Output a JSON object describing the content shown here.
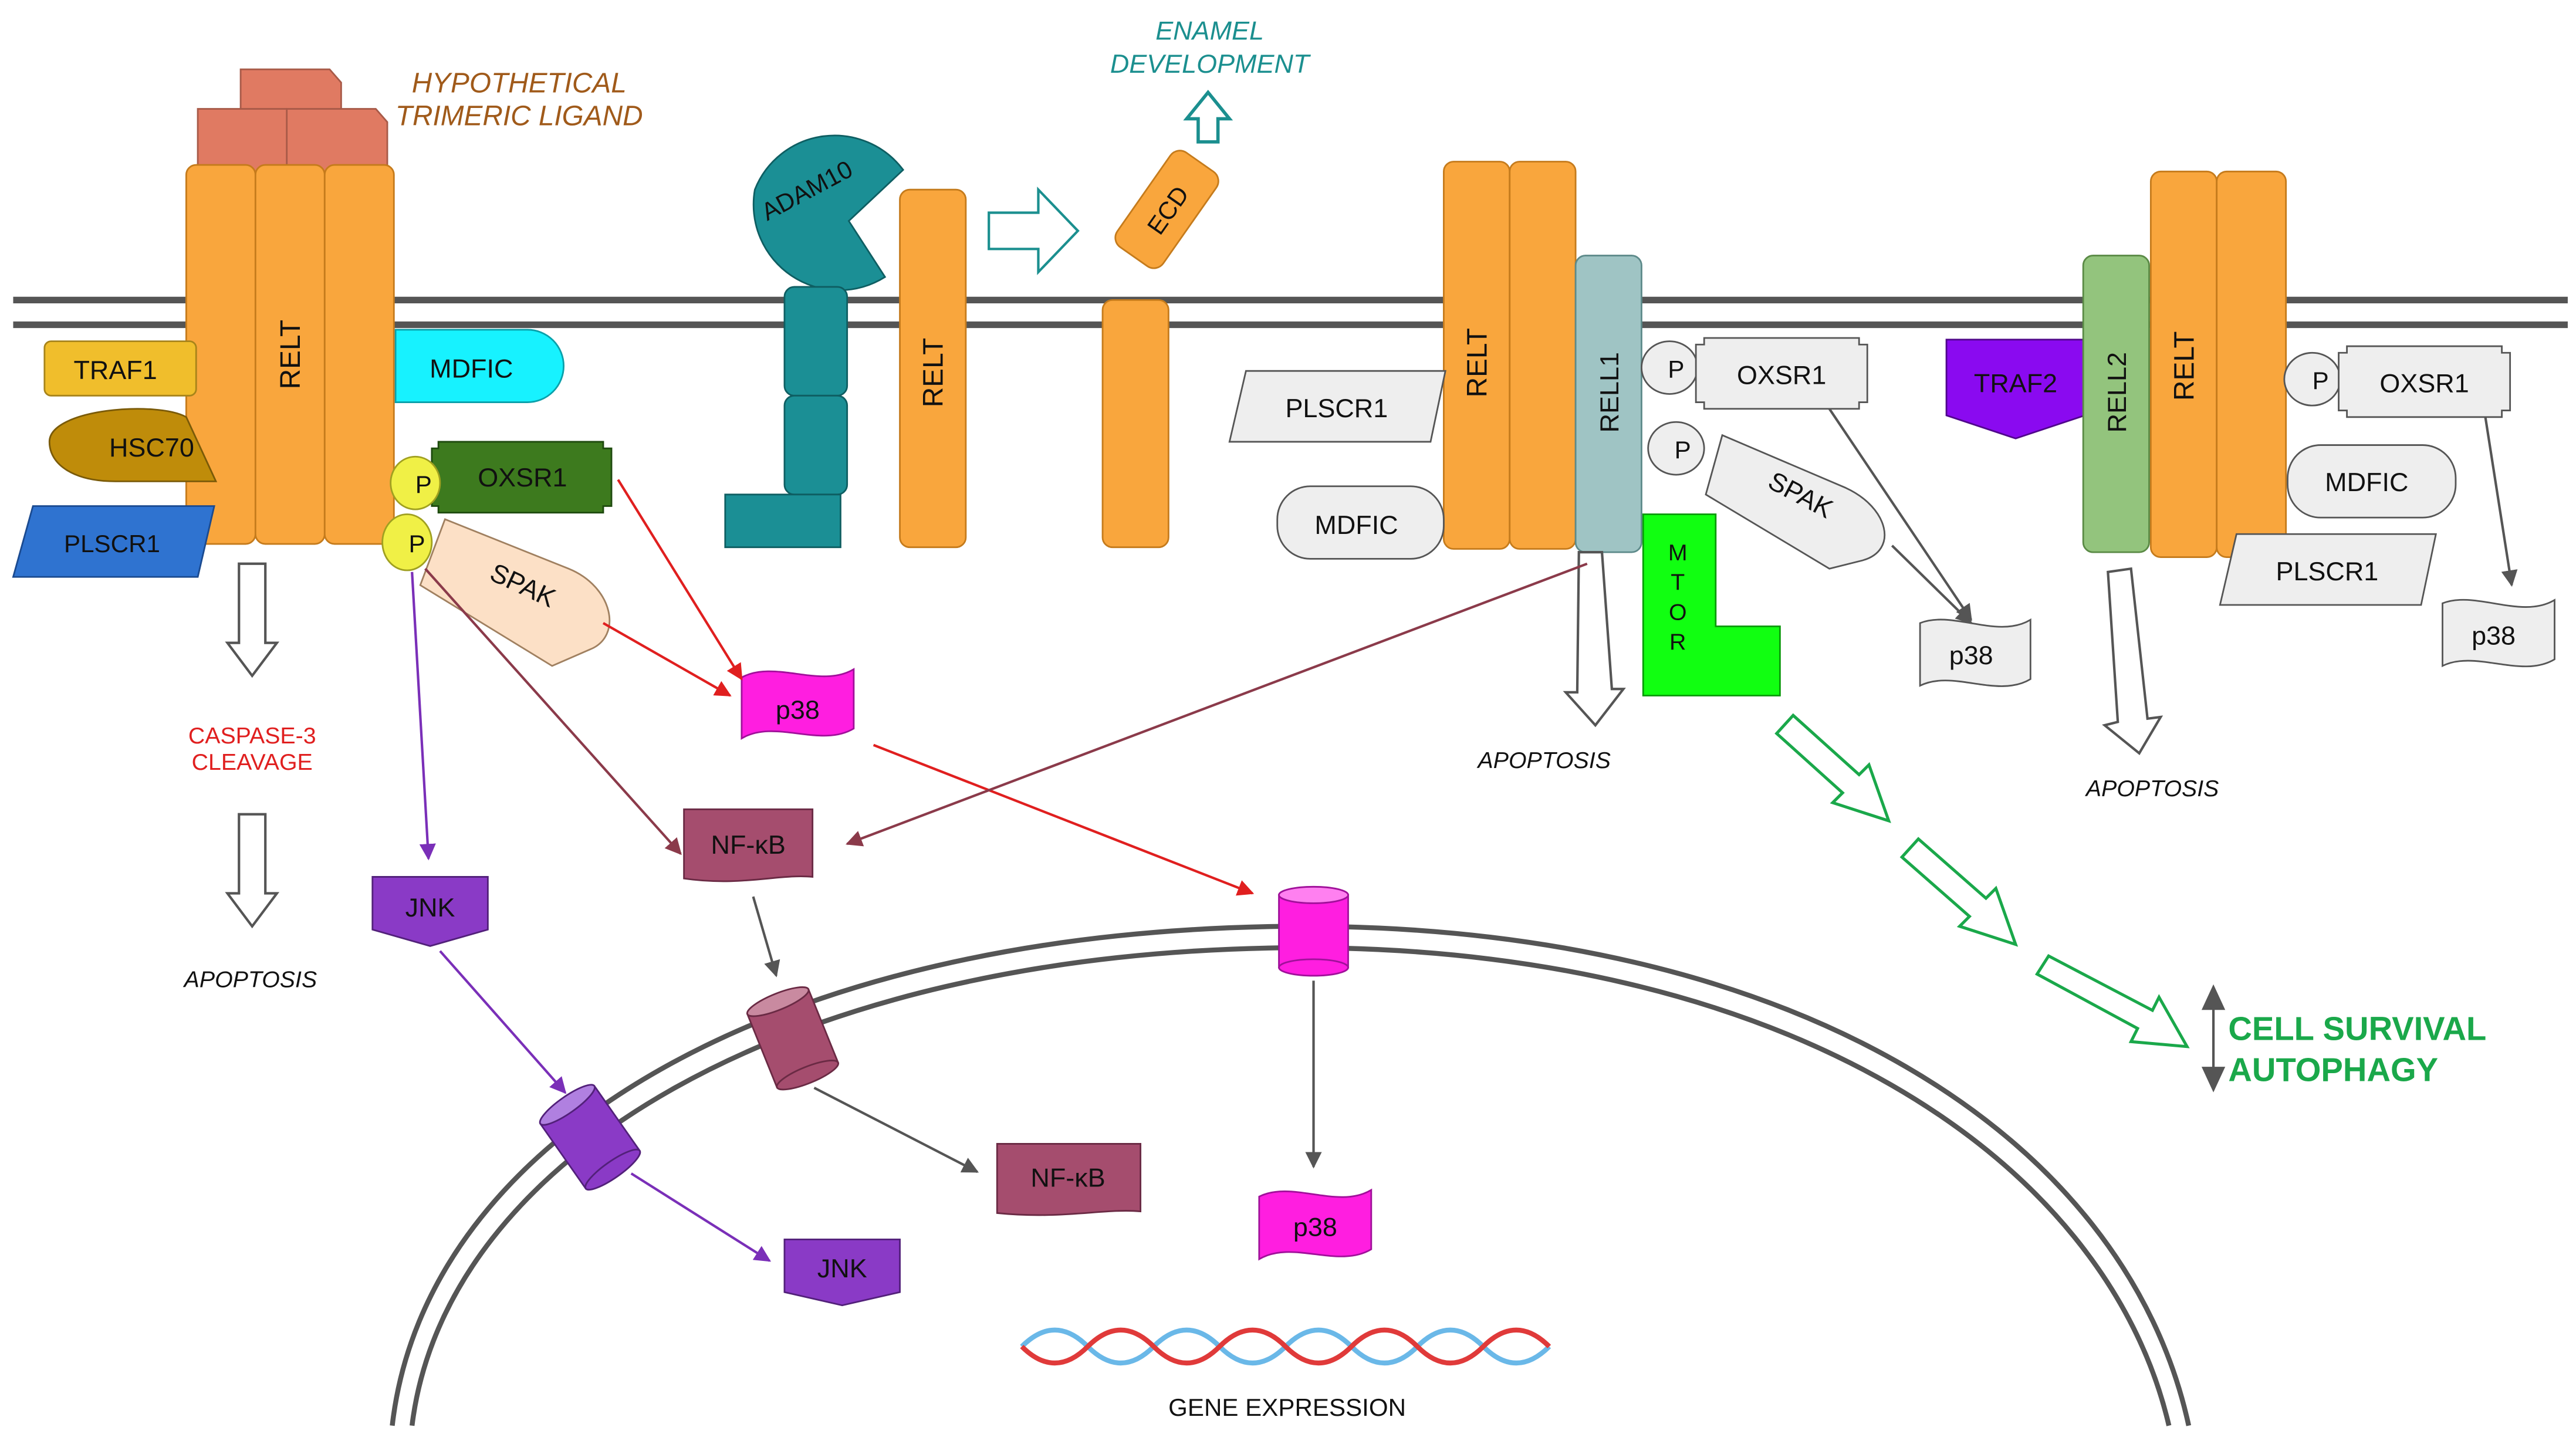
{
  "colors": {
    "relt": "#f9a63d",
    "ligand": "#e07a62",
    "traf1": "#f0be2c",
    "hsc70": "#bf8c0a",
    "plscr1_blue": "#2f73d0",
    "mdfic_cyan": "#17f2ff",
    "oxsr1_green": "#3d7a1e",
    "p_yellow": "#f0f046",
    "spak_peach": "#fce0c6",
    "teal": "#1b8f95",
    "p38_magenta": "#ff1ee0",
    "nfkb": "#a54d6e",
    "jnk": "#8a3ac6",
    "rell1": "#9fc4c4",
    "mtor": "#11ff11",
    "traf2": "#8a0af0",
    "rell2": "#93c47d",
    "grey_fill": "#eeeeee",
    "red_text": "#e01f1f",
    "brown_text": "#a05a1a",
    "teal_text": "#1b8f8f",
    "survival_green": "#1aa84a",
    "dna_red": "#e03a3a",
    "dna_blue": "#6ab8e8"
  },
  "labels": {
    "ligand": "HYPOTHETICAL\nTRIMERIC LIGAND",
    "enamel": "ENAMEL\nDEVELOPMENT",
    "relt": "RELT",
    "traf1": "TRAF1",
    "hsc70": "HSC70",
    "plscr1": "PLSCR1",
    "mdfic": "MDFIC",
    "oxsr1": "OXSR1",
    "p": "P",
    "spak": "SPAK",
    "adam10": "ADAM10",
    "ecd": "ECD",
    "p38": "p38",
    "caspase": "CASPASE-3\nCLEAVAGE",
    "apoptosis": "APOPTOSIS",
    "jnk": "JNK",
    "nfkb": "NF-κB",
    "rell1": "RELL1",
    "rell2": "RELL2",
    "traf2": "TRAF2",
    "mtor": "M\nT\nO\nR",
    "survival": "CELL SURVIVAL\nAUTOPHAGY",
    "gene_expression": "GENE EXPRESSION"
  }
}
